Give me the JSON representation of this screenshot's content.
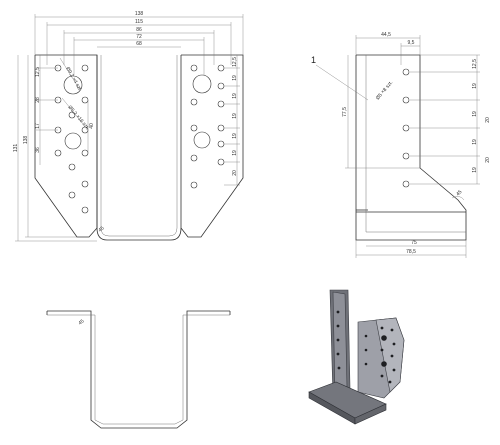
{
  "front_view": {
    "top_dims": [
      "138",
      "115",
      "86",
      "72",
      "68"
    ],
    "left_dims": [
      "12,5",
      "28",
      "17",
      "36",
      "138",
      "131"
    ],
    "inner_dims": [
      "Ø9,2 ×4 szt.",
      "Ø5,2 ×16 szt.",
      "40"
    ],
    "right_dims": [
      "12,5",
      "19",
      "19",
      "19",
      "19",
      "19",
      "20"
    ],
    "angle": "45"
  },
  "side_view": {
    "callout": "1",
    "top_dims": [
      "44,5",
      "9,5"
    ],
    "height_dim": "77,5",
    "hole_note": "Ø5 ×8 szt.",
    "right_dims": [
      "12,5",
      "19",
      "19",
      "19",
      "19",
      "20",
      "20"
    ],
    "angle": "45",
    "bottom_dims": [
      "75",
      "78,5"
    ]
  },
  "colors": {
    "line": "#333333",
    "dim": "#777777",
    "render_metal": "#8e9098"
  }
}
